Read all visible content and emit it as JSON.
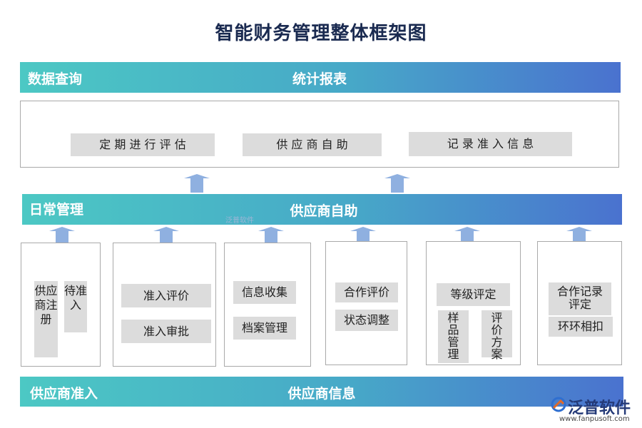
{
  "title": "智能财务管理整体框架图",
  "colors": {
    "band_start": "#4cc8c4",
    "band_end": "#4a72cf",
    "arrow": "#8fb0e0",
    "chip": "#dcdcdc"
  },
  "bands": {
    "top": {
      "left": "数据查询",
      "center": "统计报表"
    },
    "middle": {
      "left": "日常管理",
      "center": "供应商自助"
    },
    "bottom": {
      "left": "供应商准入",
      "center": "供应商信息"
    }
  },
  "top_box": {
    "items": [
      "定 期 进 行 评 估",
      "供 应 商 自 助",
      "记 录 准 入 信 息"
    ]
  },
  "columns": [
    {
      "items": [
        "供应商注册",
        "待准入"
      ]
    },
    {
      "items": [
        "准入评价",
        "准入审批"
      ]
    },
    {
      "items": [
        "信息收集",
        "档案管理"
      ]
    },
    {
      "items": [
        "合作评价",
        "状态调整"
      ]
    },
    {
      "items": [
        "等级评定",
        "样品管理",
        "评价方案"
      ]
    },
    {
      "items": [
        "合作记录评定",
        "环环相扣"
      ]
    }
  ],
  "watermark": {
    "center": "泛普软件",
    "logo_name": "泛普软件",
    "logo_url": "www.fanpusoft.com"
  }
}
